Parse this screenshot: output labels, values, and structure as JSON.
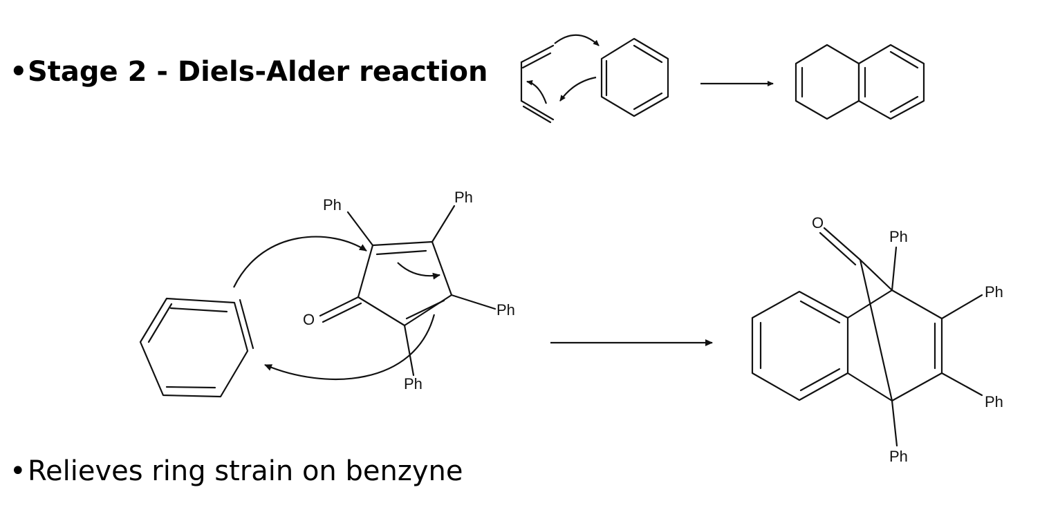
{
  "bullets": [
    {
      "bullet_char": "•",
      "text": "Stage 2 - Diels-Alder reaction"
    },
    {
      "bullet_char": "•",
      "text": "Relieves ring strain on benzyne"
    }
  ],
  "labels": {
    "ph": "Ph",
    "o": "O"
  }
}
